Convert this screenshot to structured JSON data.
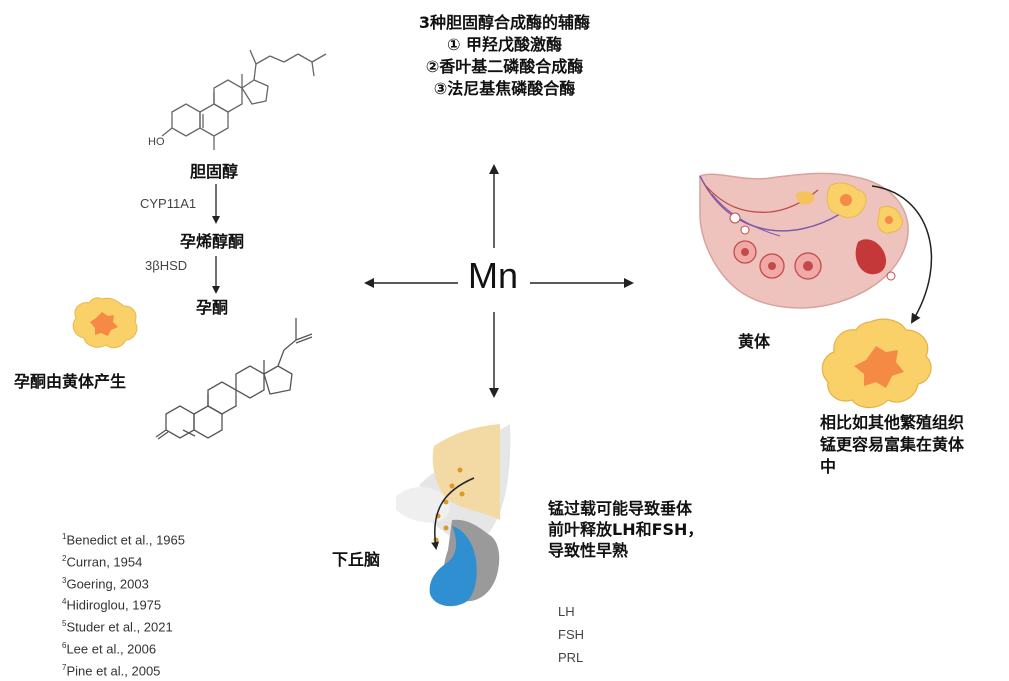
{
  "cofactor": {
    "title": "3种胆固醇合成酶的辅酶",
    "items": [
      "① 甲羟戊酸激酶",
      "②香叶基二磷酸合成酶",
      "③法尼基焦磷酸合酶"
    ]
  },
  "center": "Mn",
  "pathway": {
    "cholesterol": "胆固醇",
    "enzyme1": "CYP11A1",
    "pregnenolone": "孕烯醇酮",
    "enzyme2": "3βHSD",
    "progesterone": "孕酮",
    "ho_label": "HO"
  },
  "progesterone_note": "孕酮由黄体产生",
  "corpus_luteum": "黄体",
  "manganese_note": [
    "相比如其他繁殖组织",
    "锰更容易富集在黄体",
    "中"
  ],
  "hypothalamus": "下丘脑",
  "pituitary_note": [
    "锰过载可能导致垂体",
    "前叶释放LH和FSH，",
    "导致性早熟"
  ],
  "hormones": [
    "LH",
    "FSH",
    "PRL"
  ],
  "references": [
    {
      "n": "1",
      "text": "Benedict et al., 1965"
    },
    {
      "n": "2",
      "text": "Curran, 1954"
    },
    {
      "n": "3",
      "text": "Goering, 2003"
    },
    {
      "n": "4",
      "text": "Hidiroglou, 1975"
    },
    {
      "n": "5",
      "text": "Studer et al., 2021"
    },
    {
      "n": "6",
      "text": "Lee et al., 2006"
    },
    {
      "n": "7",
      "text": "Pine et al., 2005"
    }
  ],
  "colors": {
    "ovary": "#eec3bd",
    "follicle_yellow": "#f9d168",
    "follicle_orange": "#f58a45",
    "pituitary_blue": "#2f8fd0",
    "pituitary_grey": "#9a9a9a",
    "hypothalamus_tan": "#f3d9a4"
  }
}
